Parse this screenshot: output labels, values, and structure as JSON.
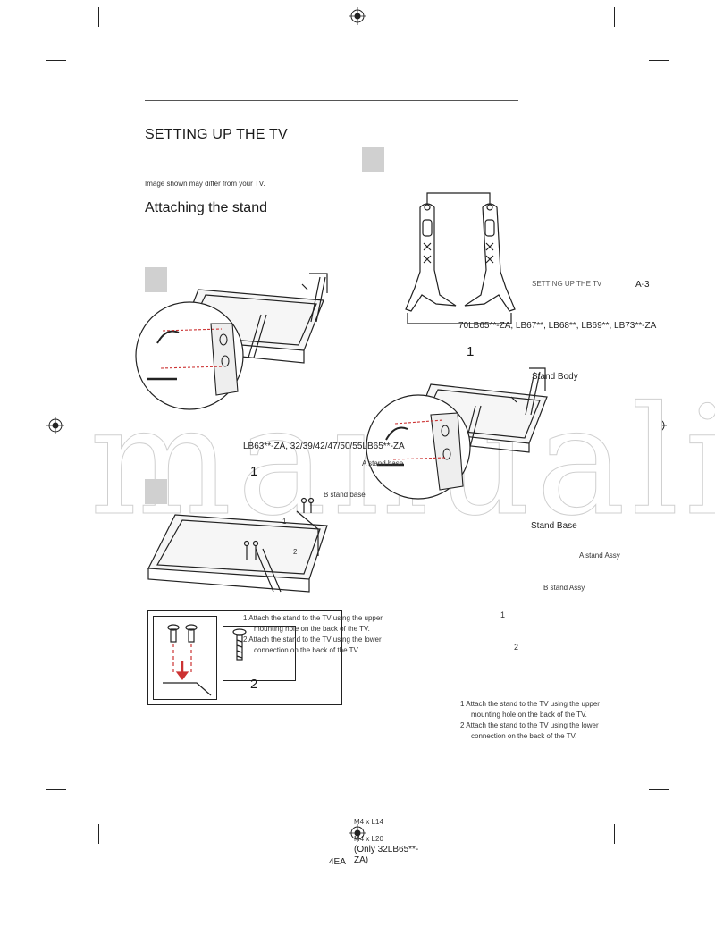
{
  "page": {
    "title": "SETTING UP THE TV",
    "note": "Image shown may differ from your TV.",
    "subtitle": "Attaching the stand",
    "header_right": "SETTING UP THE TV",
    "page_number": "A-3",
    "watermark": "manuali"
  },
  "models": {
    "right": "70LB65**-ZA, LB67**, LB68**, LB69**, LB73**-ZA",
    "left": "LB63**-ZA, 32/39/42/47/50/55LB65**-ZA"
  },
  "step_numbers": {
    "right_step1": "1",
    "left_step1": "1",
    "left_step2": "2",
    "right_small1": "1",
    "right_small2": "2",
    "left_diagram1": "1",
    "left_diagram2": "2"
  },
  "labels": {
    "stand_body": "Stand Body",
    "stand_base": "Stand Base",
    "a_stand_base": "A stand base",
    "b_stand_base": "B stand base",
    "a_stand_assy": "A stand Assy",
    "b_stand_assy": "B stand Assy"
  },
  "instructions_left": [
    "1 Attach the stand to the TV using the upper",
    "mounting hole on the back of the TV.",
    "2 Attach the stand to the TV using the lower",
    "connection on the back of the TV."
  ],
  "instructions_right": [
    "1 Attach the stand to the TV using the upper",
    "mounting hole on the back of the TV.",
    "2 Attach the stand to the TV using the lower",
    "connection on the back of the TV."
  ],
  "screws": {
    "a": "M4 x L14",
    "b": "M4 x L20",
    "note": "(Only 32LB65**-",
    "note2": "ZA)",
    "qty": "4EA"
  }
}
